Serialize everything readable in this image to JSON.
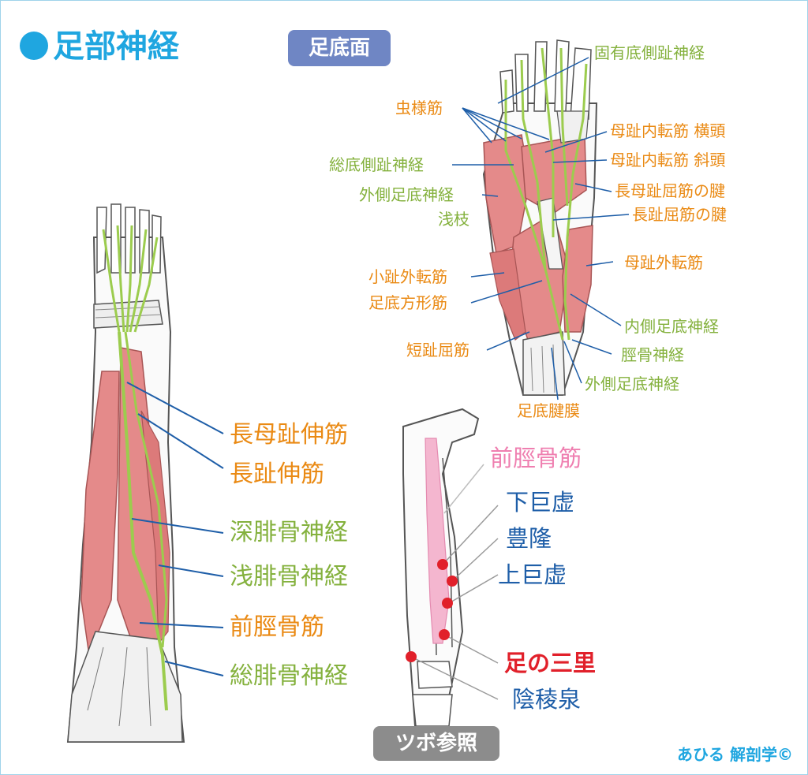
{
  "header": {
    "title": "足部神経",
    "sole_badge": "足底面",
    "tsubo_badge": "ツボ参照",
    "credit": "あひる 解剖学©"
  },
  "colors": {
    "muscle": "#e48a8a",
    "nerve": "#9ccc4e",
    "line_blue": "#1e5ea8",
    "line_grey": "#9a9a9a",
    "point": "#e1202a",
    "title": "#1fa6e0"
  },
  "sole_labels": {
    "proper_plantar_digital_nerve": "固有底側趾神経",
    "lumbricals": "虫様筋",
    "adductor_hallucis_transverse": "母趾内転筋 横頭",
    "common_plantar_digital_nerve": "総底側趾神経",
    "adductor_hallucis_oblique": "母趾内転筋 斜頭",
    "lateral_plantar_nerve_a": "外側足底神経",
    "superficial_branch": "浅枝",
    "fhl_tendon": "長母趾屈筋の腱",
    "fdl_tendon": "長趾屈筋の腱",
    "abductor_digiti_minimi": "小趾外転筋",
    "abductor_hallucis": "母趾外転筋",
    "quadratus_plantae": "足底方形筋",
    "medial_plantar_nerve": "内側足底神経",
    "flexor_digitorum_brevis": "短趾屈筋",
    "tibial_nerve": "脛骨神経",
    "lateral_plantar_nerve_b": "外側足底神経",
    "plantar_aponeurosis": "足底腱膜"
  },
  "leg_labels": {
    "ehl": "長母趾伸筋",
    "edl": "長趾伸筋",
    "deep_peroneal": "深腓骨神経",
    "superficial_peroneal": "浅腓骨神経",
    "tibialis_anterior": "前脛骨筋",
    "common_peroneal": "総腓骨神経"
  },
  "tsubo_labels": {
    "tibialis_anterior": "前脛骨筋",
    "gekyo": "下巨虚",
    "horyu": "豊隆",
    "jokyo": "上巨虚",
    "ashi_sanri": "足の三里",
    "inryosen": "陰稜泉"
  }
}
